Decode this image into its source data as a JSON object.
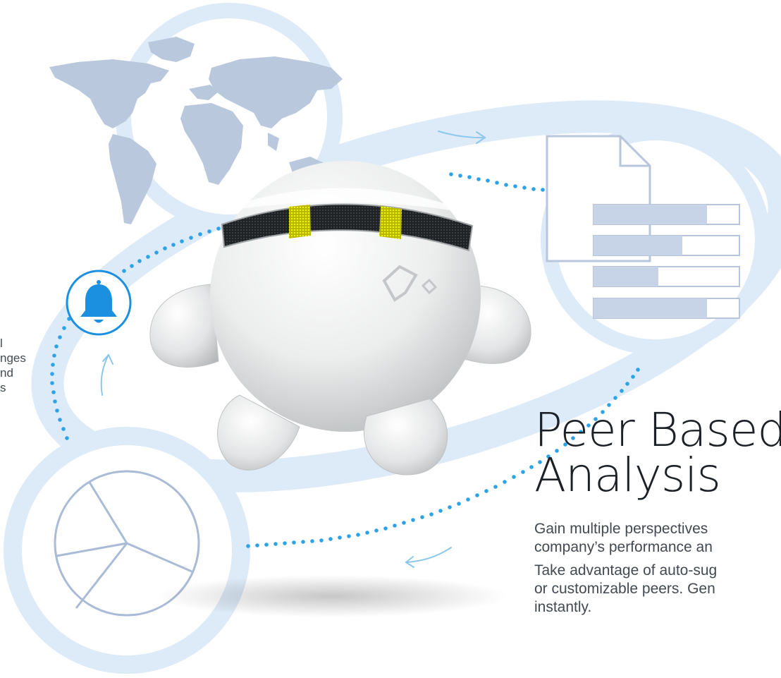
{
  "feature": {
    "title_lines": [
      "Peer Based",
      "Analysis"
    ],
    "paragraphs": [
      [
        "Gain multiple perspectives",
        "company’s performance an"
      ],
      [
        "Take advantage of auto-sug",
        "or customizable peers. Gen",
        "instantly."
      ]
    ]
  },
  "left_caption_lines": [
    "l",
    "nges",
    "nd",
    "s"
  ],
  "icons": [
    "world-map-icon",
    "document-icon",
    "bar-list-icon",
    "pie-chart-icon",
    "bell-icon",
    "robot-mascot"
  ],
  "colors": {
    "ring": "#ddeaf7",
    "dots": "#2da3e6",
    "accent": "#1b8fe0",
    "map": "#b9c8dd",
    "chart_stroke": "#a9bbd6",
    "bar_fill": "#c7d4e7",
    "text_dark": "#1c2127",
    "text_body": "#434951"
  }
}
